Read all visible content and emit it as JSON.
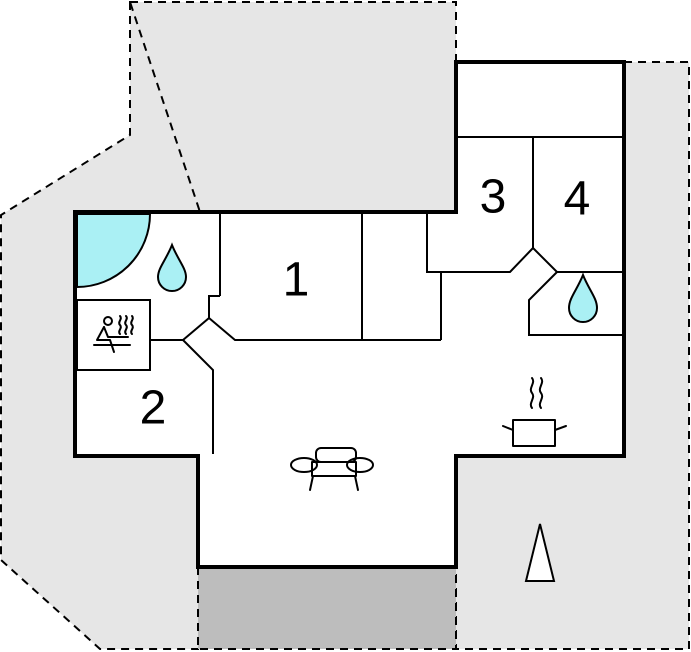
{
  "colors": {
    "terrace": "#e6e6e6",
    "carport": "#bdbdbd",
    "water": "#aaf0f4",
    "walls": "#000000",
    "floor": "#ffffff"
  },
  "rooms": [
    {
      "id": "bedroom-1",
      "label": "1"
    },
    {
      "id": "bedroom-2",
      "label": "2"
    },
    {
      "id": "bedroom-3",
      "label": "3"
    },
    {
      "id": "bedroom-4",
      "label": "4"
    }
  ],
  "icons": [
    "pool-icon",
    "bathroom-water-drop-icon",
    "sauna-icon",
    "kitchen-pot-icon",
    "sofa-icon",
    "north-arrow-icon"
  ]
}
